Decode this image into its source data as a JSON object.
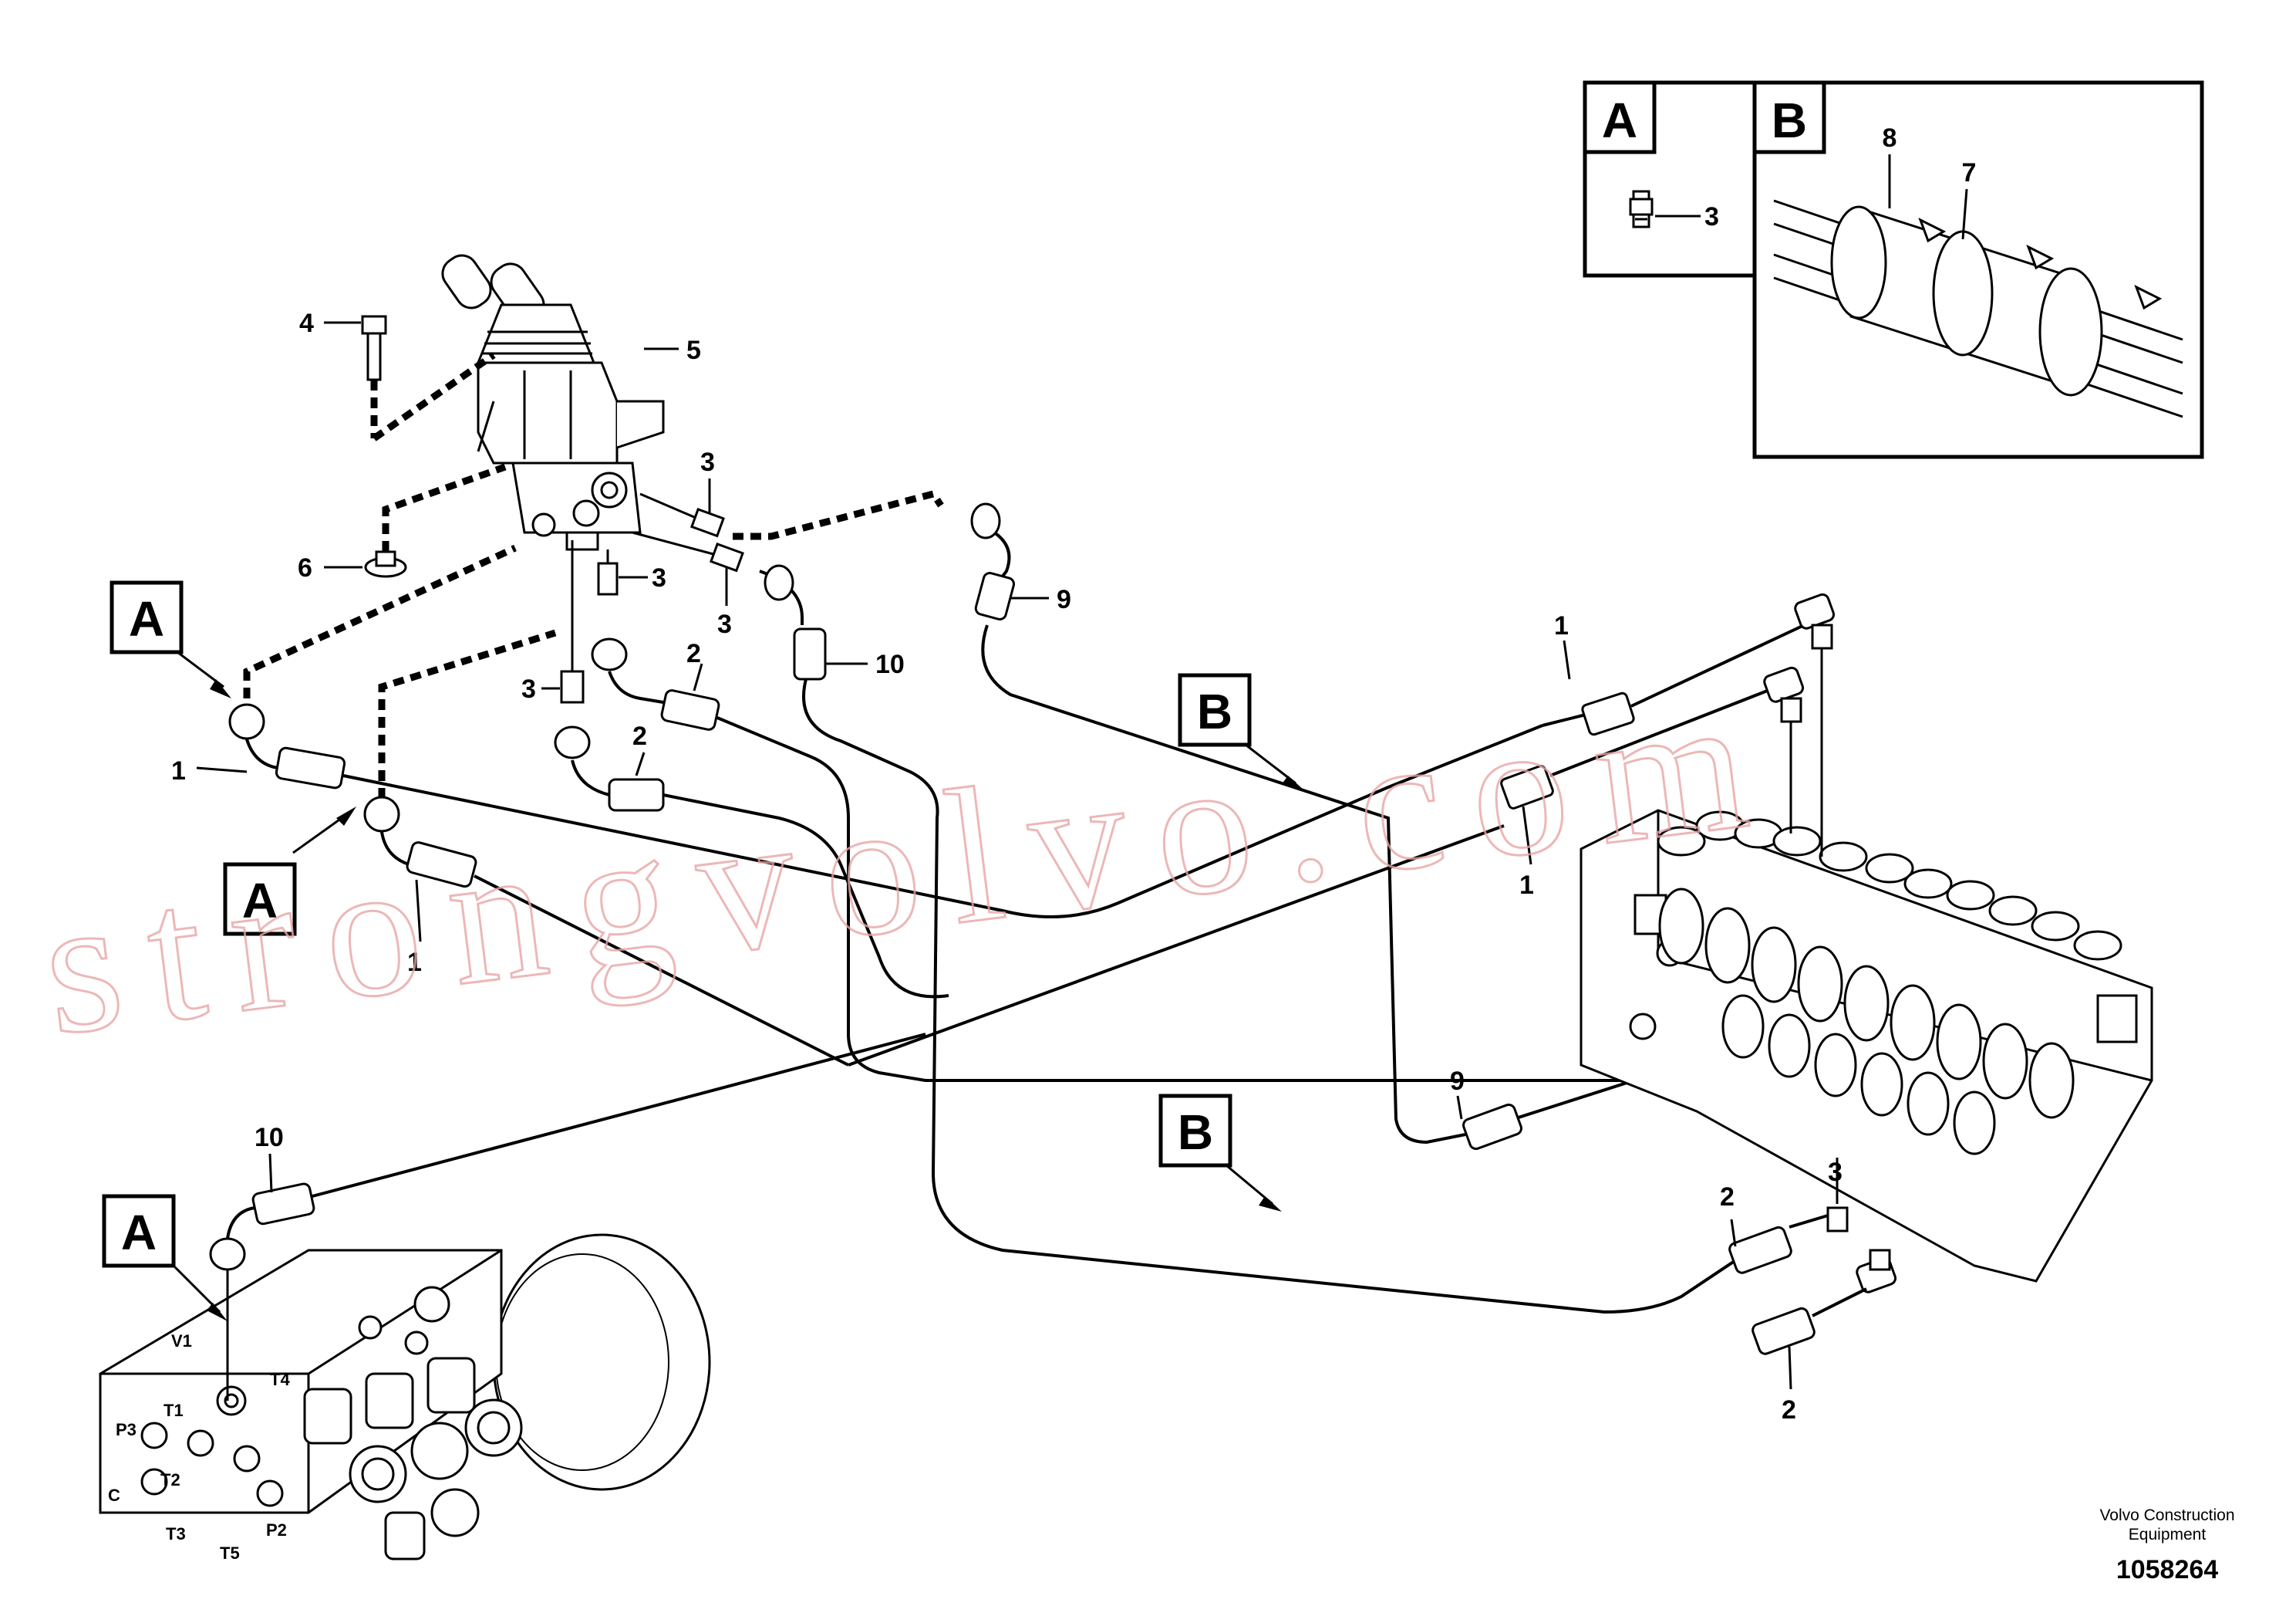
{
  "diagram": {
    "callouts": {
      "c1a": "1",
      "c1b": "1",
      "c1c": "1",
      "c1d": "1",
      "c2a": "2",
      "c2b": "2",
      "c2c": "2",
      "c2d": "2",
      "c3a": "3",
      "c3b": "3",
      "c3c": "3",
      "c3d": "3",
      "c3e": "3",
      "c4": "4",
      "c5": "5",
      "c6": "6",
      "c7": "7",
      "c8": "8",
      "c9a": "9",
      "c9b": "9",
      "c10a": "10",
      "c10b": "10"
    },
    "detail_boxes": {
      "a": {
        "label": "A",
        "callout": "3"
      },
      "b": {
        "label": "B",
        "callout_7": "7",
        "callout_8": "8"
      }
    },
    "view_markers": [
      "A",
      "A",
      "A",
      "B",
      "B"
    ],
    "port_labels": [
      "T1",
      "P3",
      "T2",
      "C",
      "T3",
      "T5",
      "P2",
      "T4",
      "V1"
    ],
    "watermark": "strongvolvo.com",
    "footer": {
      "company_line1": "Volvo Construction",
      "company_line2": "Equipment",
      "drawing_number": "1058264"
    }
  }
}
